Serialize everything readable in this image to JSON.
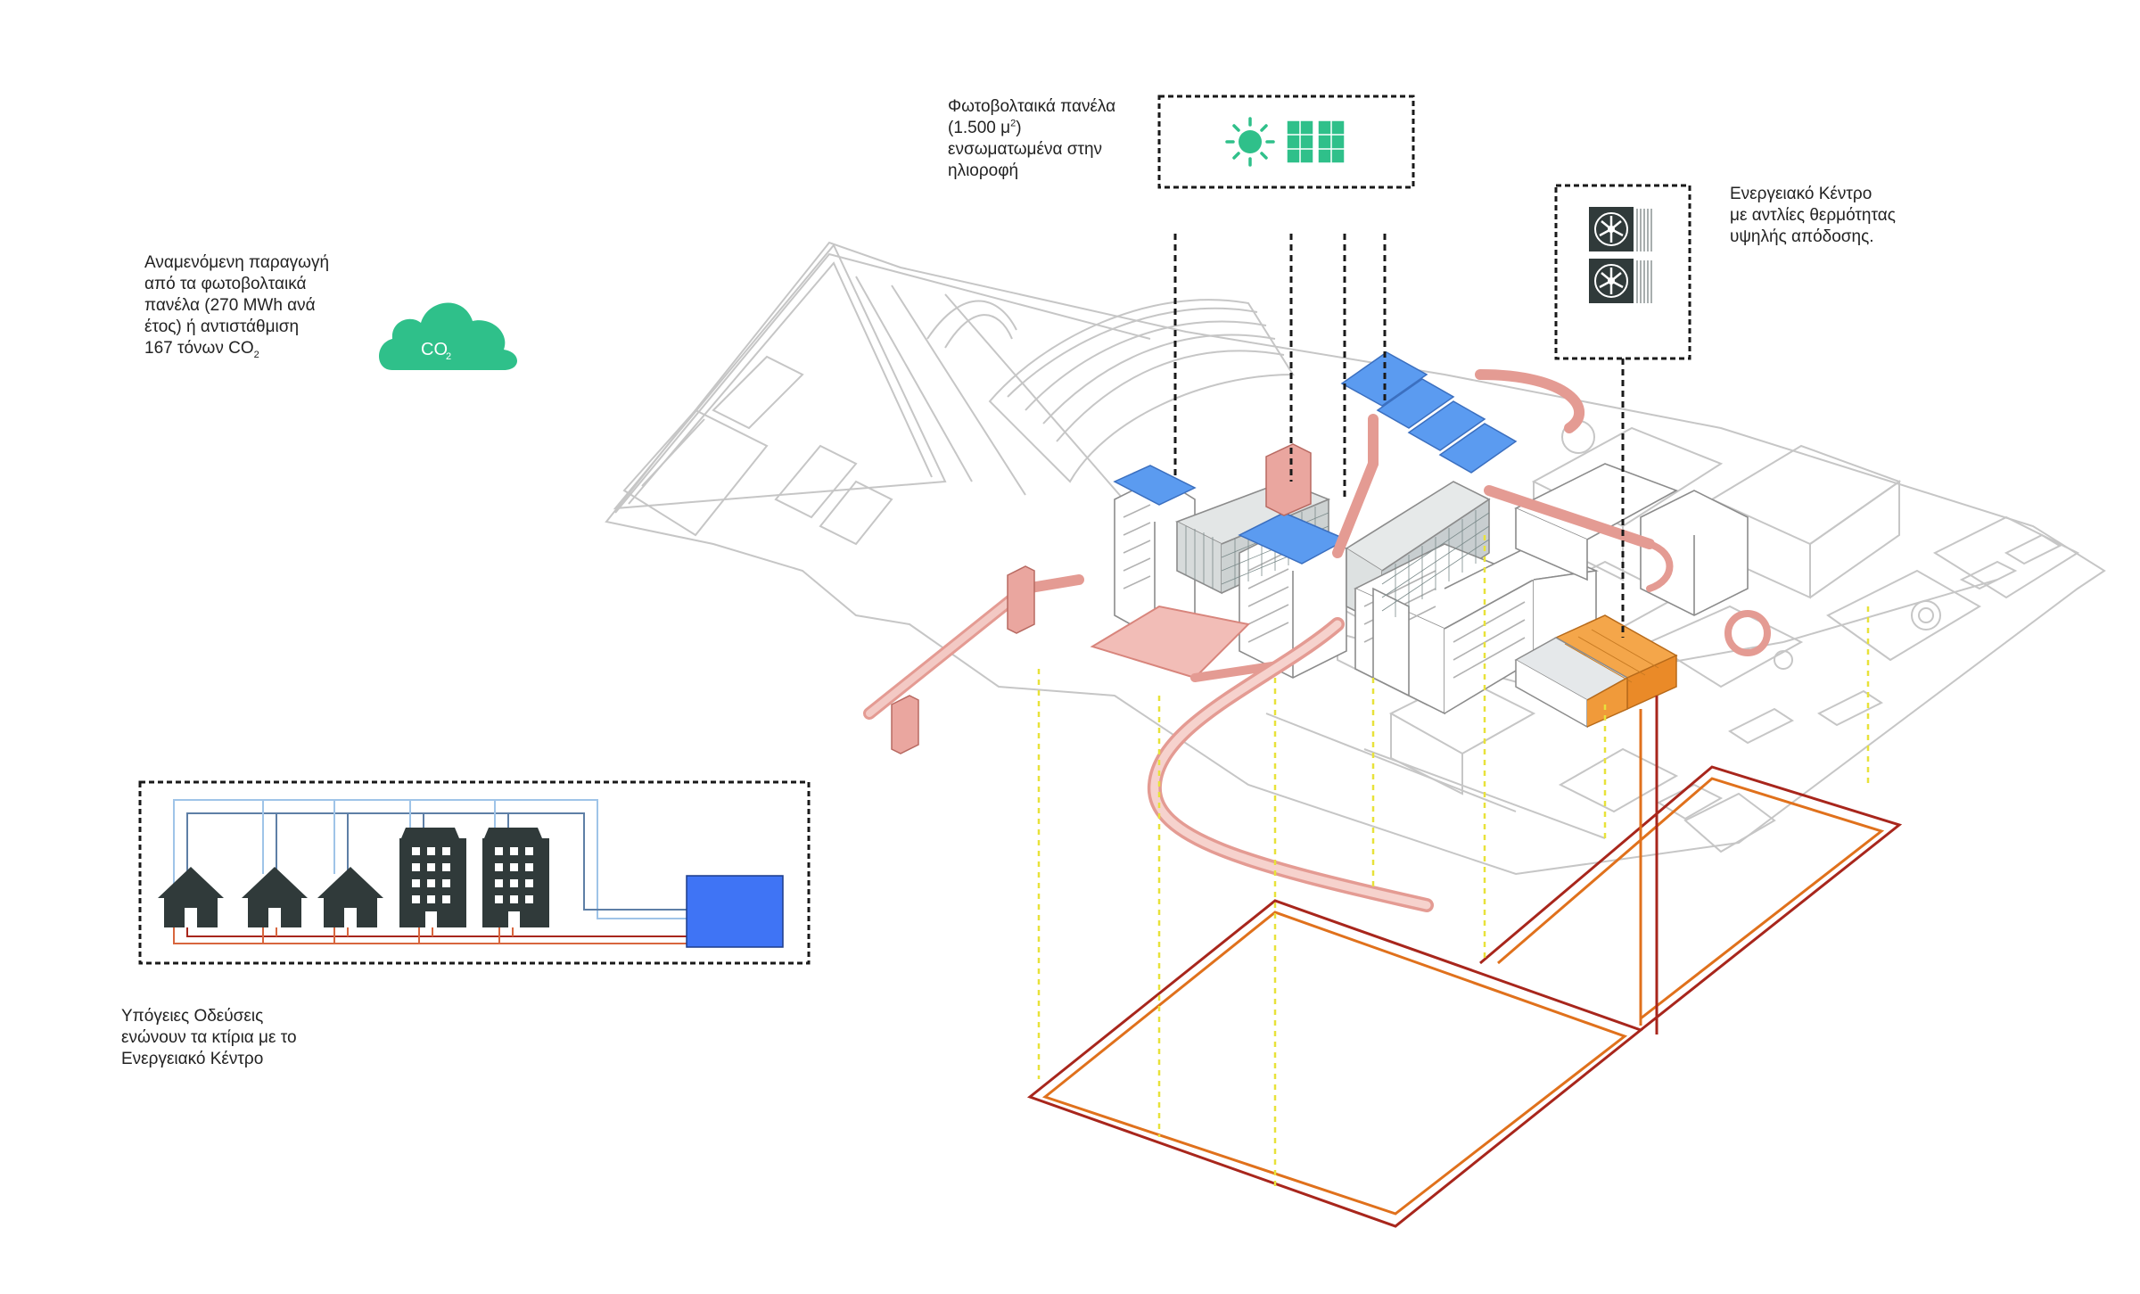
{
  "labels": {
    "pv_panels": {
      "line1": "Φωτοβολταικά πανέλα",
      "line2_prefix": "(1.500 μ",
      "line2_sup": "2",
      "line2_suffix": ")",
      "line3": "ενσωματωμένα στην",
      "line4": "ηλιοροφή"
    },
    "energy_center": {
      "line1": "Ενεργειακό Κέντρο",
      "line2": "με αντλίες θερμότητας",
      "line3": "υψηλής απόδοσης."
    },
    "production": {
      "line1": "Αναμενόμενη παραγωγή",
      "line2": "από τα φωτοβολταικά",
      "line3": "πανέλα (270 MWh ανά",
      "line4": "έτος) ή αντιστάθμιση",
      "line5_prefix": "167 τόνων CO",
      "line5_sub": "2"
    },
    "tunnels": {
      "line1": "Υπόγειες Οδεύσεις",
      "line2": "ενώνουν τα κτίρια με το",
      "line3": "Ενεργειακό Κέντρο"
    }
  },
  "cloud": {
    "text": "CO",
    "sub": "2"
  },
  "icons": {
    "sun": "sun-icon",
    "solar_panel": "solar-panel-icon",
    "heat_pump": "heat-pump-fan-icon",
    "house": "house-icon",
    "apartment": "apartment-building-icon",
    "energy_center_box": "energy-center-block",
    "co2_cloud": "co2-cloud-icon"
  },
  "colors": {
    "green": "#2fc08a",
    "blue_roof": "#5b9bf0",
    "energy_block": "#3f74f5",
    "salmon": "#eaa69f",
    "orange": "#f0962f",
    "tunnel_dark": "#a8261c",
    "tunnel_orange": "#e0711c",
    "dashed_yellow": "#e8e23a",
    "dark_icon": "#303a3a",
    "outline_grey": "#c9c9c9",
    "pipe_blue": "#9fc4e8",
    "pipe_red": "#d8663e"
  }
}
